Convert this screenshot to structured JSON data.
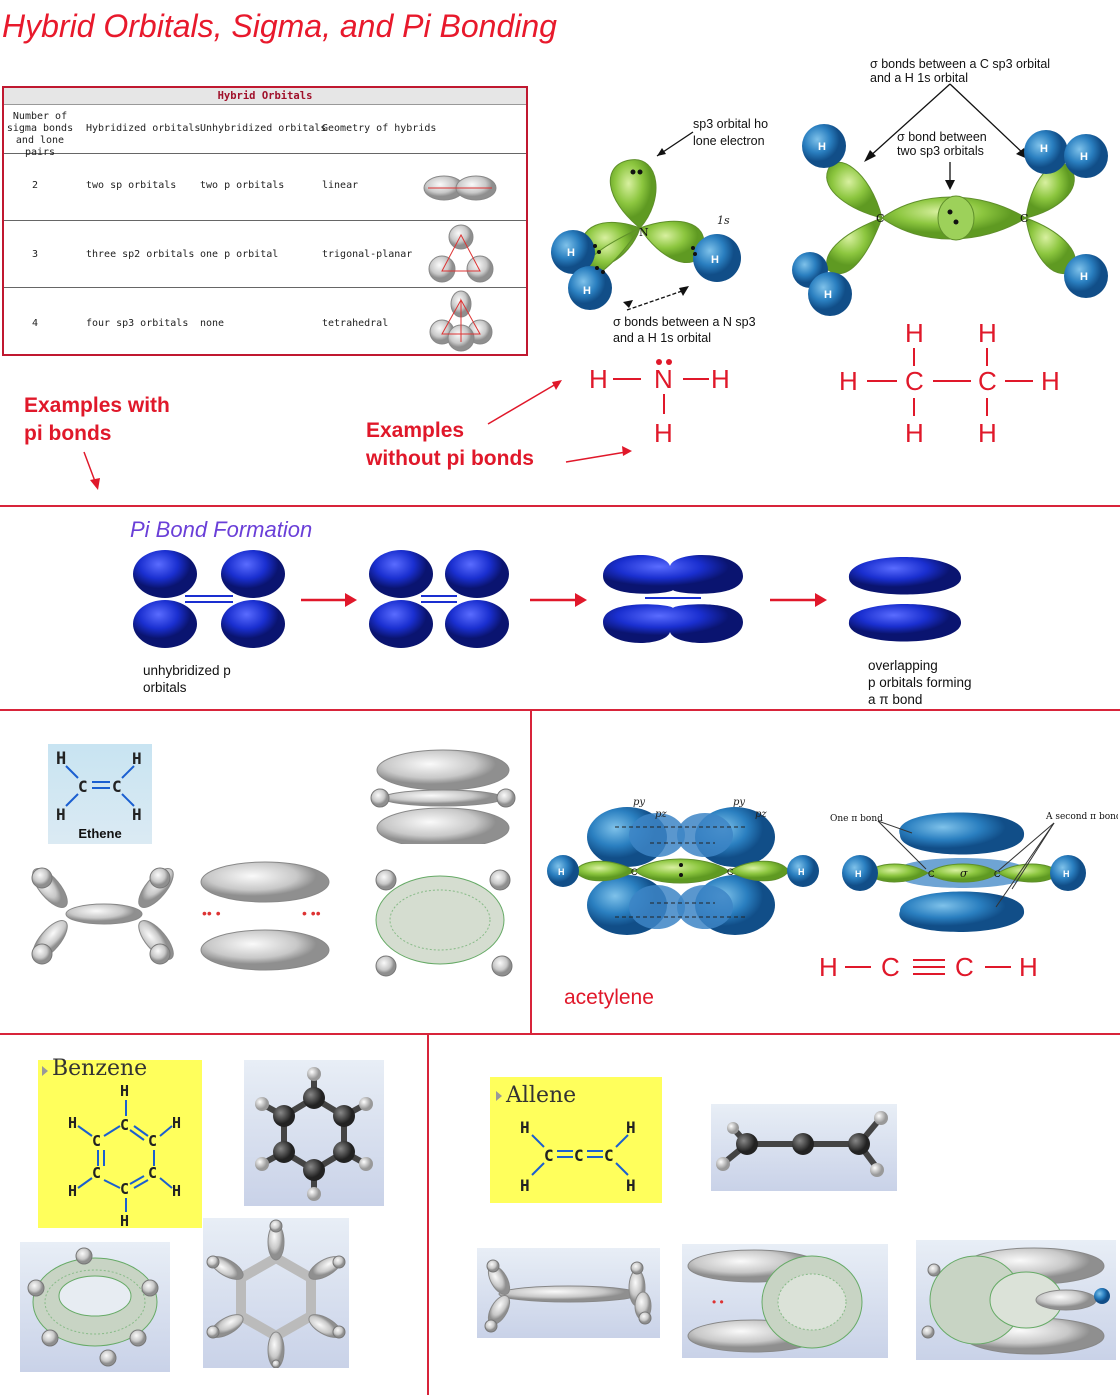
{
  "title": "Hybrid Orbitals, Sigma, and Pi Bonding",
  "table": {
    "heading": "Hybrid Orbitals",
    "columns": [
      "Number of sigma bonds and lone pairs",
      "Hybridized orbitals",
      "Unhybridized orbitals",
      "Geometry of hybrids"
    ],
    "rows": [
      {
        "count": "2",
        "hybridized": "two sp orbitals",
        "unhybridized": "two p orbitals",
        "geometry": "linear"
      },
      {
        "count": "3",
        "hybridized": "three sp2 orbitals",
        "unhybridized": "one p orbital",
        "geometry": "trigonal-planar"
      },
      {
        "count": "4",
        "hybridized": "four sp3 orbitals",
        "unhybridized": "none",
        "geometry": "tetrahedral"
      }
    ]
  },
  "ammonia": {
    "label_top_1": "sp3 orbital ho",
    "label_top_2": "lone electron",
    "label_bottom_1": "σ bonds between a N sp3",
    "label_bottom_2": "and a H 1s orbital",
    "s_label": "1s",
    "n": "N",
    "h": "H"
  },
  "ethane": {
    "label_top_1": "σ bonds between a C sp3 orbital",
    "label_top_2": "and a H 1s orbital",
    "label_mid_1": "σ bond between",
    "label_mid_2": "two sp3 orbitals",
    "c": "C",
    "h": "H"
  },
  "formulas": {
    "nh3_row1": "H— N —H",
    "nh3_h": "H",
    "ethane_top": "H H",
    "ethane_mid": "H— C — C —H",
    "ethane_bottom": "H H"
  },
  "examples_with_pi": [
    "Examples with",
    "pi bonds"
  ],
  "examples_without_pi": [
    "Examples",
    "without pi bonds"
  ],
  "pi_formation": {
    "title": "Pi Bond Formation",
    "label_left": [
      "unhybridized p",
      "orbitals"
    ],
    "label_right": [
      "overlapping",
      "p orbitals forming",
      "a π bond"
    ]
  },
  "ethene": {
    "label": "Ethene",
    "c": "C",
    "h": "H"
  },
  "acetylene": {
    "label": "acetylene",
    "py": "py",
    "pz": "pz",
    "one_pi": "One π bond",
    "second_pi": "A second π bond",
    "sigma": "σ",
    "formula": "H— C ≡ C —H"
  },
  "benzene": {
    "label": "Benzene"
  },
  "allene": {
    "label": "Allene"
  },
  "colors": {
    "accent_red": "#e0182a",
    "orbital_blue": "#1a2fd0",
    "orbital_green": "#8cc63f",
    "pi_title": "#6a3fd8"
  }
}
